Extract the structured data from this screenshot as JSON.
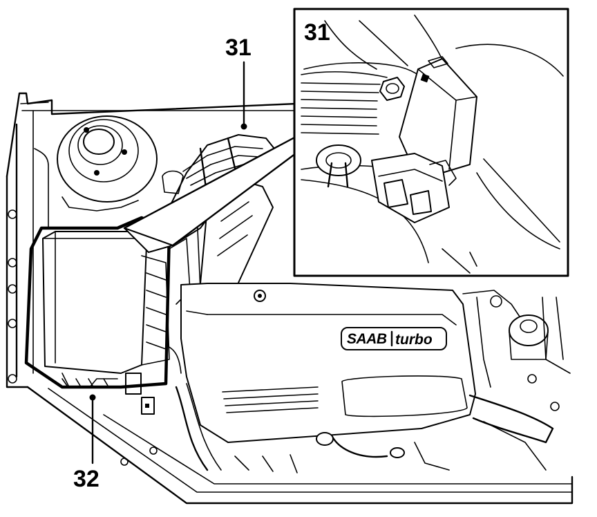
{
  "figure": {
    "labels": {
      "callout_31": "31",
      "inset_31": "31",
      "callout_32": "32"
    },
    "badge": {
      "brand": "SAAB",
      "model": "turbo"
    }
  }
}
